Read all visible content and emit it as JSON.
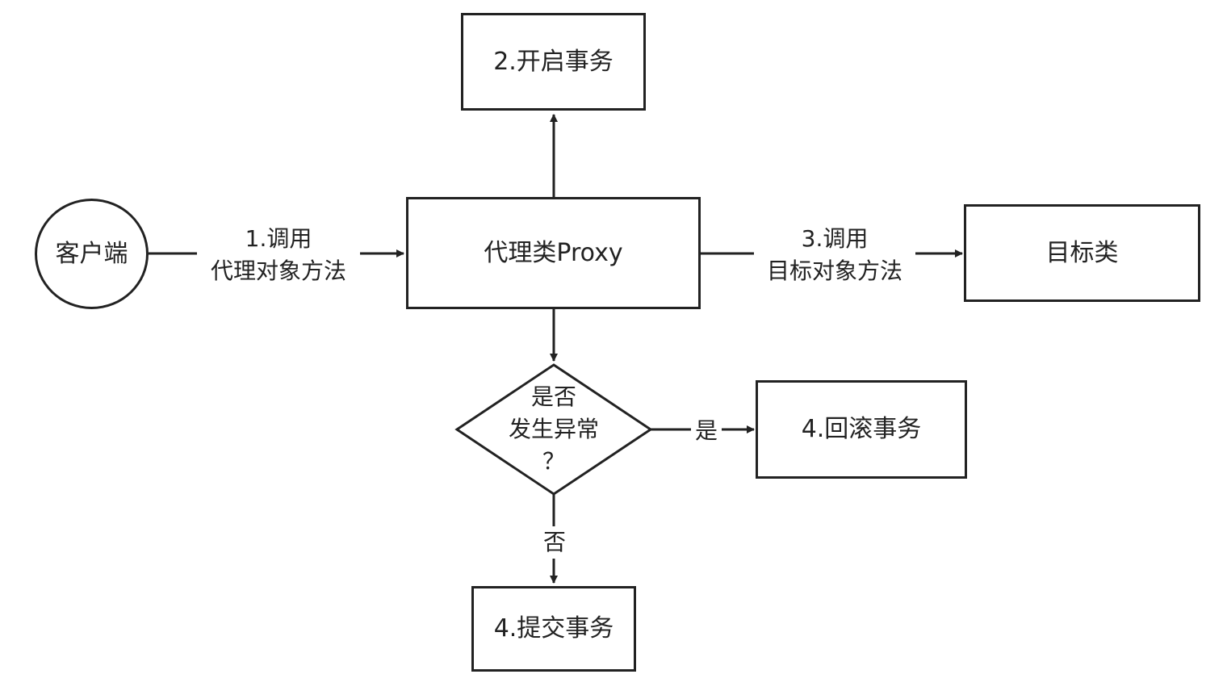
{
  "nodes": {
    "client": "客户端",
    "proxy": "代理类Proxy",
    "begin_tx": "2.开启事务",
    "target": "目标类",
    "rollback": "4.回滚事务",
    "commit": "4.提交事务",
    "decision_line1": "是否",
    "decision_line2": "发生异常",
    "decision_line3": "？"
  },
  "edges": {
    "call_proxy_line1": "1.调用",
    "call_proxy_line2": "代理对象方法",
    "call_target_line1": "3.调用",
    "call_target_line2": "目标对象方法",
    "yes": "是",
    "no": "否"
  }
}
